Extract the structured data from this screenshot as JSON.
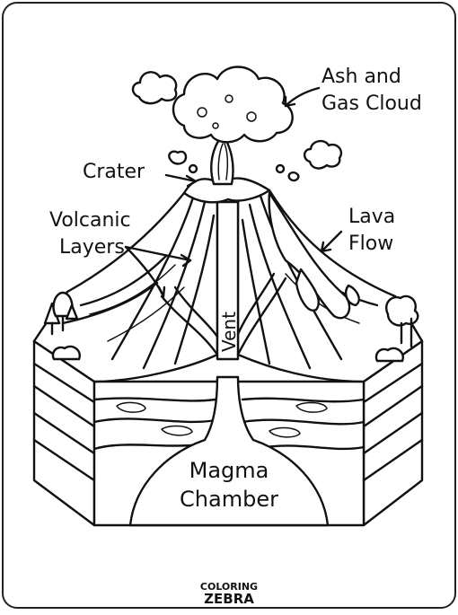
{
  "labels": {
    "ash_cloud": [
      "Ash and",
      "Gas Cloud"
    ],
    "crater": "Crater",
    "volcanic_layers": [
      "Volcanic",
      "Layers"
    ],
    "lava_flow": [
      "Lava",
      "Flow"
    ],
    "vent": "Vent",
    "magma_chamber": [
      "Magma",
      "Chamber"
    ]
  },
  "brand": {
    "line1": "COLORING",
    "line2": "ZEBRA"
  }
}
